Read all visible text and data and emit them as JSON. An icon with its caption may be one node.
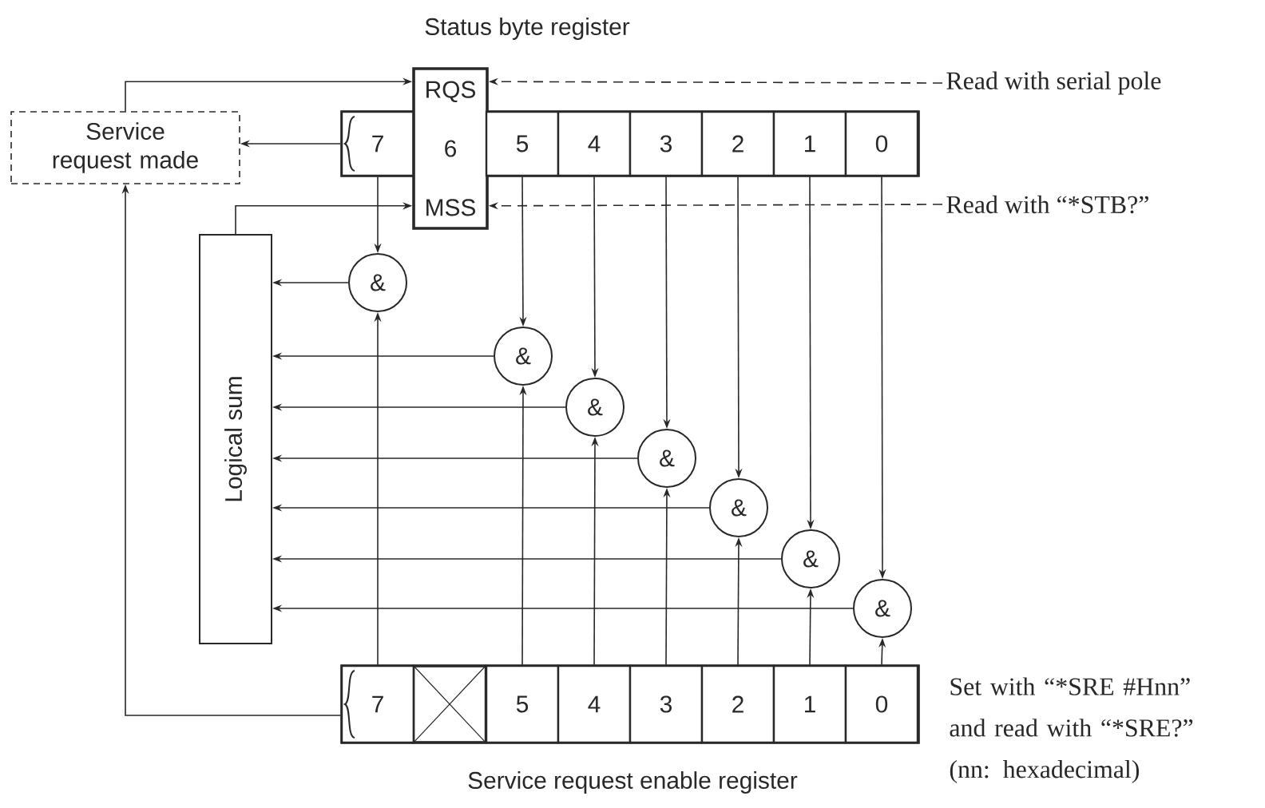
{
  "diagram": {
    "nodes": [
      {
        "text": [],
        "shape": "box"
      },
      {
        "text": [
          "7"
        ],
        "in": 0
      },
      {
        "text": [
          "RQS",
          "6",
          "MSS"
        ]
      },
      {
        "text": [
          "5"
        ],
        "in": 0
      },
      {
        "text": [
          "4"
        ],
        "in": 0
      },
      {
        "text": [
          "3"
        ],
        "in": 0
      },
      {
        "text": [
          "2"
        ],
        "in": 0
      },
      {
        "text": [
          "1"
        ],
        "in": 0
      },
      {
        "text": [
          "0"
        ],
        "in": 0
      },
      {
        "text": [
          "Service request made"
        ]
      },
      {
        "text": [
          "Logical sum"
        ]
      },
      {
        "text": [
          "&"
        ]
      },
      {
        "text": [
          "&"
        ]
      },
      {
        "text": [
          "&"
        ]
      },
      {
        "text": [
          "&"
        ]
      },
      {
        "text": [
          "&"
        ]
      },
      {
        "text": [
          "&"
        ]
      },
      {
        "text": [
          "&"
        ]
      },
      {
        "text": [],
        "shape": "box",
        "beside": [
          "Set with “*SRE #Hnn” and read with “*SRE?” (nn: hexadecimal)"
        ]
      },
      {
        "text": [
          "7"
        ],
        "in": 18
      },
      {
        "text": [],
        "shape": "box",
        "in": 18
      },
      {
        "text": [
          "5"
        ],
        "in": 18
      },
      {
        "text": [
          "4"
        ],
        "in": 18
      },
      {
        "text": [
          "3"
        ],
        "in": 18
      },
      {
        "text": [
          "2"
        ],
        "in": 18
      },
      {
        "text": [
          "1"
        ],
        "in": 18
      },
      {
        "text": [
          "0"
        ],
        "in": 18
      },
      {
        "text": [
          "Read with serial pole"
        ]
      },
      {
        "text": [
          "Read with “*STB?”"
        ]
      }
    ],
    "edges": [
      {
        "from": 0,
        "to": 9,
        "arrow": "to"
      },
      {
        "from": 9,
        "to": 2,
        "arrow": "to"
      },
      {
        "from": 18,
        "to": 9,
        "arrow": "to"
      },
      {
        "from": 10,
        "to": 2,
        "arrow": "to"
      },
      {
        "from": 27,
        "to": 2,
        "arrow": "to",
        "style": "dashed"
      },
      {
        "from": 28,
        "to": 2,
        "arrow": "to",
        "style": "dashed"
      },
      {
        "from": 1,
        "to": 11,
        "arrow": "to"
      },
      {
        "from": 3,
        "to": 12,
        "arrow": "to"
      },
      {
        "from": 4,
        "to": 13,
        "arrow": "to"
      },
      {
        "from": 5,
        "to": 14,
        "arrow": "to"
      },
      {
        "from": 6,
        "to": 15,
        "arrow": "to"
      },
      {
        "from": 7,
        "to": 16,
        "arrow": "to"
      },
      {
        "from": 8,
        "to": 17,
        "arrow": "to"
      },
      {
        "from": 19,
        "to": 11,
        "arrow": "to"
      },
      {
        "from": 21,
        "to": 12,
        "arrow": "to"
      },
      {
        "from": 22,
        "to": 13,
        "arrow": "to"
      },
      {
        "from": 23,
        "to": 14,
        "arrow": "to"
      },
      {
        "from": 24,
        "to": 15,
        "arrow": "to"
      },
      {
        "from": 25,
        "to": 16,
        "arrow": "to"
      },
      {
        "from": 26,
        "to": 17,
        "arrow": "to"
      },
      {
        "from": 11,
        "to": 10,
        "arrow": "to"
      },
      {
        "from": 12,
        "to": 10,
        "arrow": "to"
      },
      {
        "from": 13,
        "to": 10,
        "arrow": "to"
      },
      {
        "from": 14,
        "to": 10,
        "arrow": "to"
      },
      {
        "from": 15,
        "to": 10,
        "arrow": "to"
      },
      {
        "from": 16,
        "to": 10,
        "arrow": "to"
      },
      {
        "from": 17,
        "to": 10,
        "arrow": "to"
      }
    ],
    "labels": [
      "Status byte register",
      "Service request enable register"
    ]
  }
}
